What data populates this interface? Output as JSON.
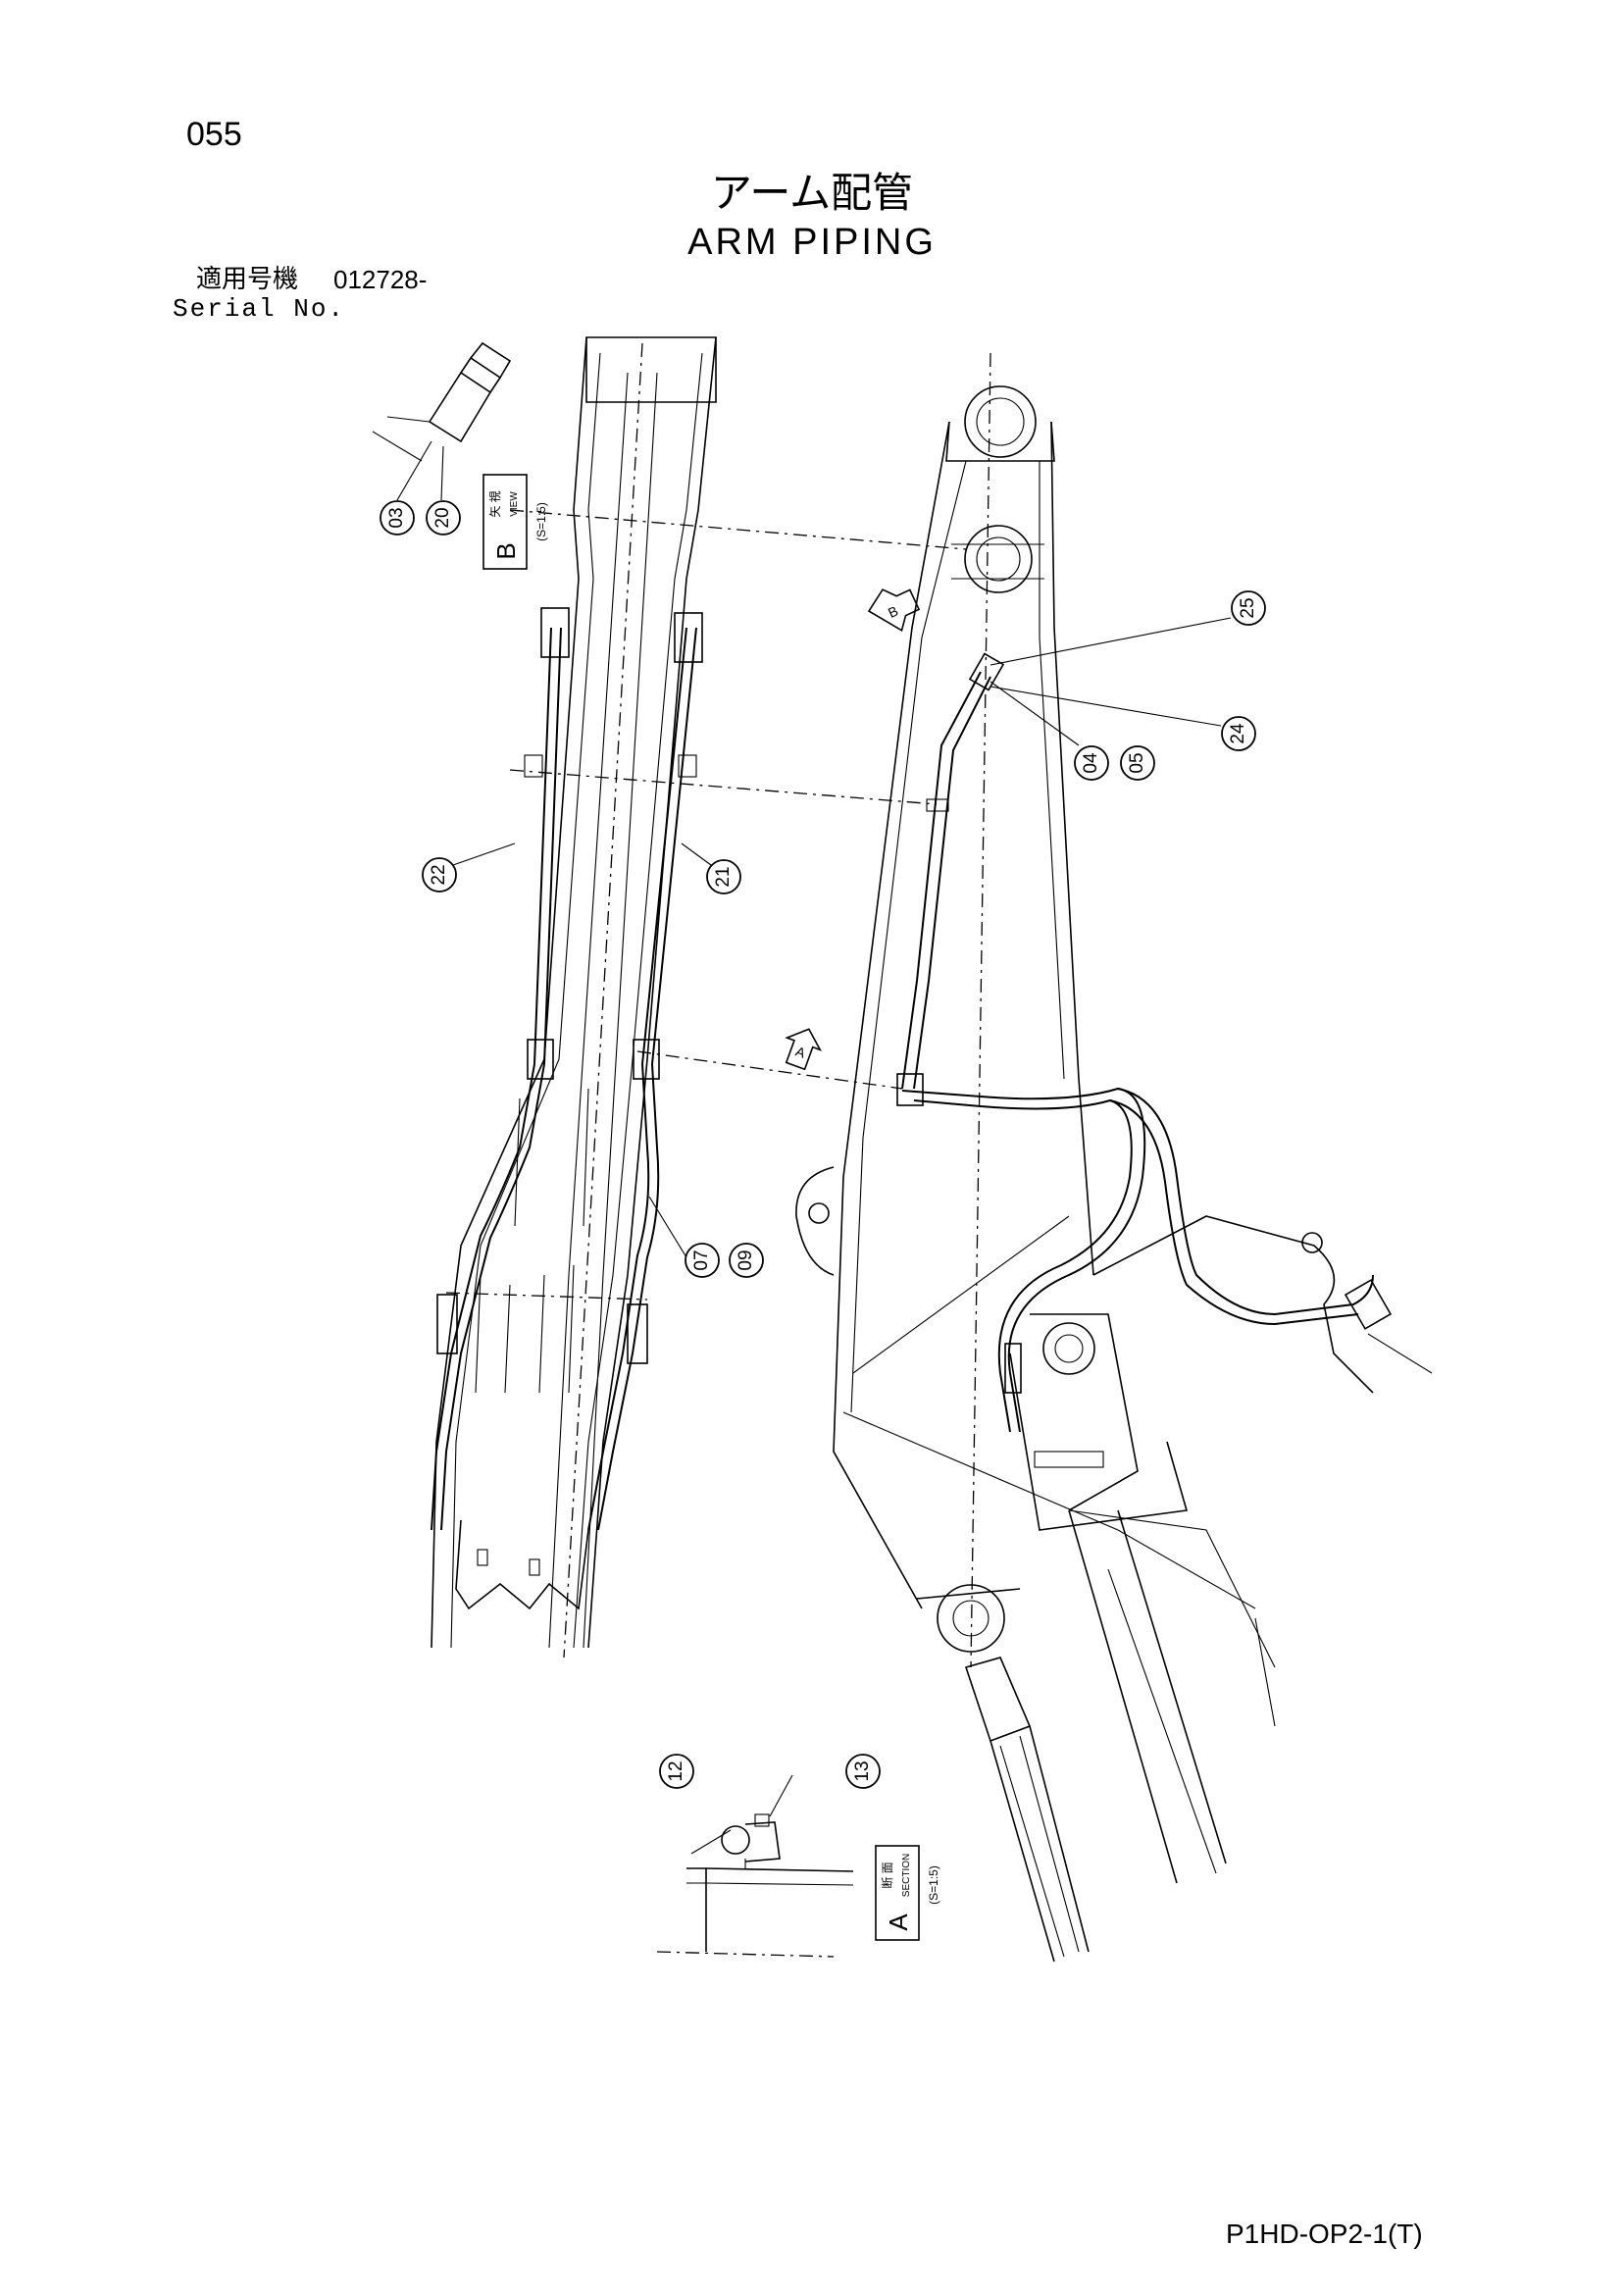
{
  "page_number": "055",
  "title_jp": "アーム配管",
  "title_en": "ARM PIPING",
  "serial": {
    "label_jp": "適用号機",
    "code": "012728-",
    "label_en": "Serial No."
  },
  "doc_code": "P1HD-OP2-1(T)",
  "views": {
    "view_b": {
      "jp": "矢 視",
      "en": "VIEW",
      "letter": "B",
      "scale": "(S=1:5)"
    },
    "section_a": {
      "jp": "断 面",
      "en": "SECTION",
      "letter": "A",
      "scale": "(S=1:5)"
    },
    "arrow_a": "A",
    "arrow_b": "B"
  },
  "callouts": {
    "c03": "03",
    "c20": "20",
    "c22": "22",
    "c21": "21",
    "c07": "07",
    "c09": "09",
    "c04": "04",
    "c05": "05",
    "c25": "25",
    "c24": "24",
    "c12": "12",
    "c13": "13"
  },
  "colors": {
    "ink": "#000000",
    "paper": "#ffffff"
  }
}
